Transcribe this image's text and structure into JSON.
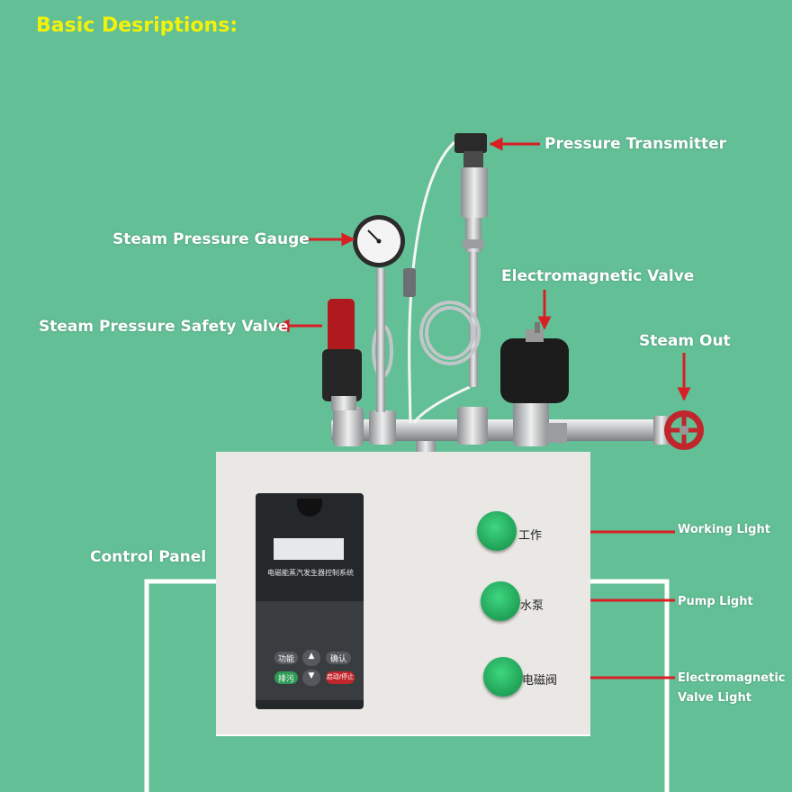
{
  "title": "Basic Desriptions:",
  "labels": {
    "pressure_transmitter": "Pressure Transmitter",
    "steam_pressure_gauge": "Steam Pressure Gauge",
    "electromagnetic_valve": "Electromagnetic Valve",
    "steam_pressure_safety_valve": "Steam Pressure Safety Valve",
    "steam_out": "Steam Out",
    "control_panel": "Control Panel",
    "working_light": "Working Light",
    "pump_light": "Pump Light",
    "electromagnetic_valve_light_1": "Electromagnetic",
    "electromagnetic_valve_light_2": "Valve Light"
  },
  "panel_labels": {
    "working": "工作",
    "pump": "水泵",
    "valve": "电磁阀"
  },
  "device": {
    "name": "电磁能蒸汽发生器控制系统",
    "buttons": {
      "function": "功能",
      "confirm": "确认",
      "drain": "排污",
      "start_stop": "启动/停止"
    }
  },
  "colors": {
    "background": "#63bf96",
    "title": "#f2f20a",
    "label_text": "#ffffff",
    "arrow": "#d81f26",
    "panel": "#e9e8e4",
    "lamp": "#1fa35a"
  }
}
